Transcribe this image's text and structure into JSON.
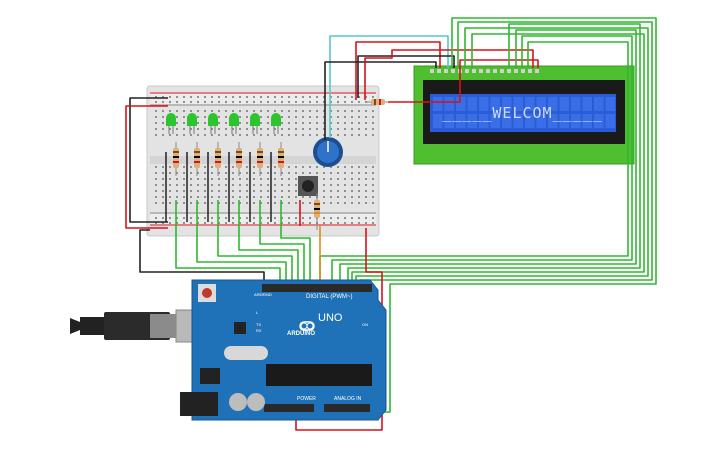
{
  "lcd": {
    "text": "_____WELCOM_____"
  },
  "arduino": {
    "brand": "ARDUINO",
    "model": "UNO",
    "digital_label": "DIGITAL (PWM~)",
    "power_label": "POWER",
    "analog_label": "ANALOG IN",
    "aref": "AREF",
    "gnd": "GND",
    "on": "ON",
    "tx": "TX",
    "rx": "RX",
    "l": "L"
  },
  "colors": {
    "wire_green": "#2fb82f",
    "wire_black": "#222222",
    "wire_red": "#d8121a",
    "wire_cyan": "#55c8c8",
    "wire_orange": "#e58a1a",
    "board_blue": "#1f72b8",
    "lcd_green": "#4fbf2f",
    "lcd_screen": "#2a5cd6",
    "breadboard": "#e6e6e6",
    "led_green": "#2ec42e"
  }
}
